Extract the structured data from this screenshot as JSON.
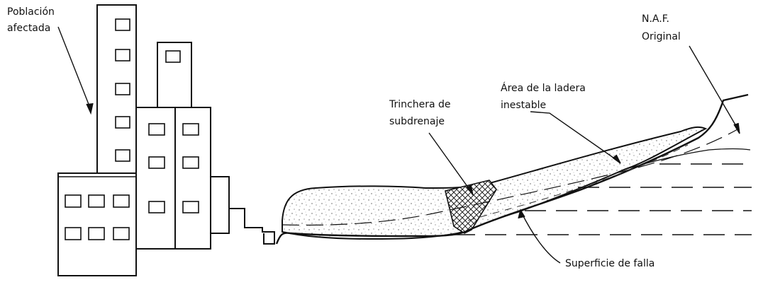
{
  "labels": {
    "poblacion_line1": "Población",
    "poblacion_line2": "afectada",
    "naf_line1": "N.A.F.",
    "naf_line2": "Original",
    "area_line1": "Área de la ladera",
    "area_line2": "inestable",
    "trinchera_line1": "Trinchera de",
    "trinchera_line2": "subdrenaje",
    "superficie": "Superficie de falla"
  },
  "colors": {
    "line": "#111111",
    "fill_stipple": "#ffffff",
    "background": "#ffffff"
  }
}
